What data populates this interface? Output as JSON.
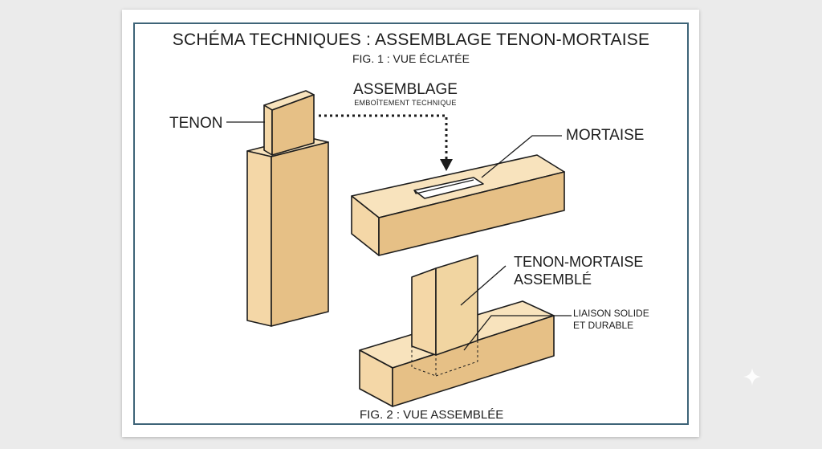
{
  "diagram": {
    "title": "SCHÉMA TECHNIQUES : ASSEMBLAGE TENON-MORTAISE",
    "fig1_caption": "FIG. 1 : VUE ÉCLATÉE",
    "arrow_label": "ASSEMBLAGE",
    "arrow_sublabel": "EMBOÎTEMENT TECHNIQUE",
    "label_tenon": "TENON",
    "label_mortaise": "MORTAISE",
    "label_assembled_line1": "TENON-MORTAISE",
    "label_assembled_line2": "ASSEMBLÉ",
    "label_joint_line1": "LIAISON SOLIDE",
    "label_joint_line2": "ET DURABLE",
    "fig2_caption": "FIG. 2 : VUE ASSEMBLÉE"
  },
  "colors": {
    "wood_front": "#f4d7a7",
    "wood_side": "#e6c086",
    "wood_top": "#f8e3bd",
    "outline": "#1c1c1c",
    "frame_border": "#3e6478"
  },
  "icons": [
    "sparkle-icon"
  ]
}
